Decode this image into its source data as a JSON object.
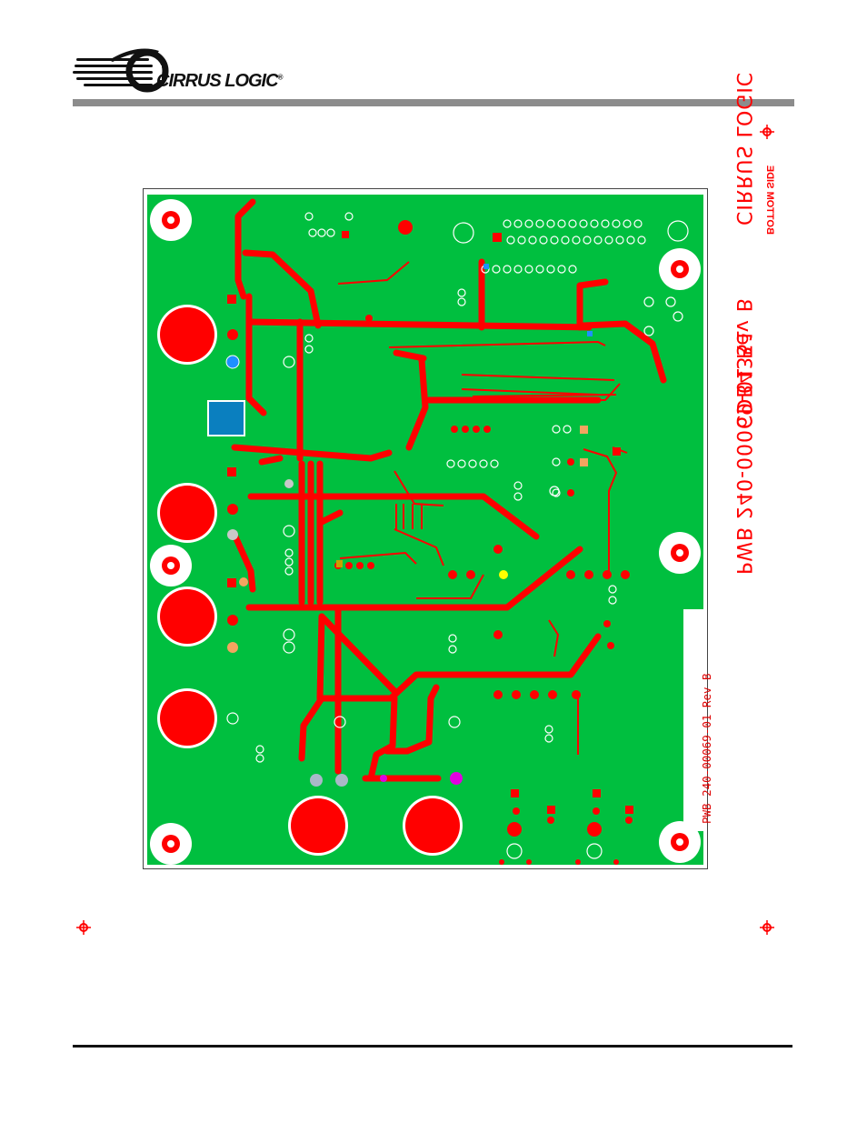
{
  "header": {
    "company": "CIRRUS LOGIC",
    "trademark": "®"
  },
  "board": {
    "name_text": "CIRRUS LOGIC",
    "part_text": "CDB4351",
    "rev_text": "PWB 240-00069-01 Rev B",
    "side_label": "BOTTOM SIDE",
    "silk_label": "PWB 240-00069-01 Rev B"
  },
  "colors": {
    "board_green": "#00bf3f",
    "copper_red": "#ff0000",
    "pad_blue": "#0a7fbf",
    "rule_gray": "#8c8c8c"
  },
  "icons": {
    "fiducial": "fiducial-target-icon",
    "logo": "cirrus-logic-swoosh-icon"
  }
}
